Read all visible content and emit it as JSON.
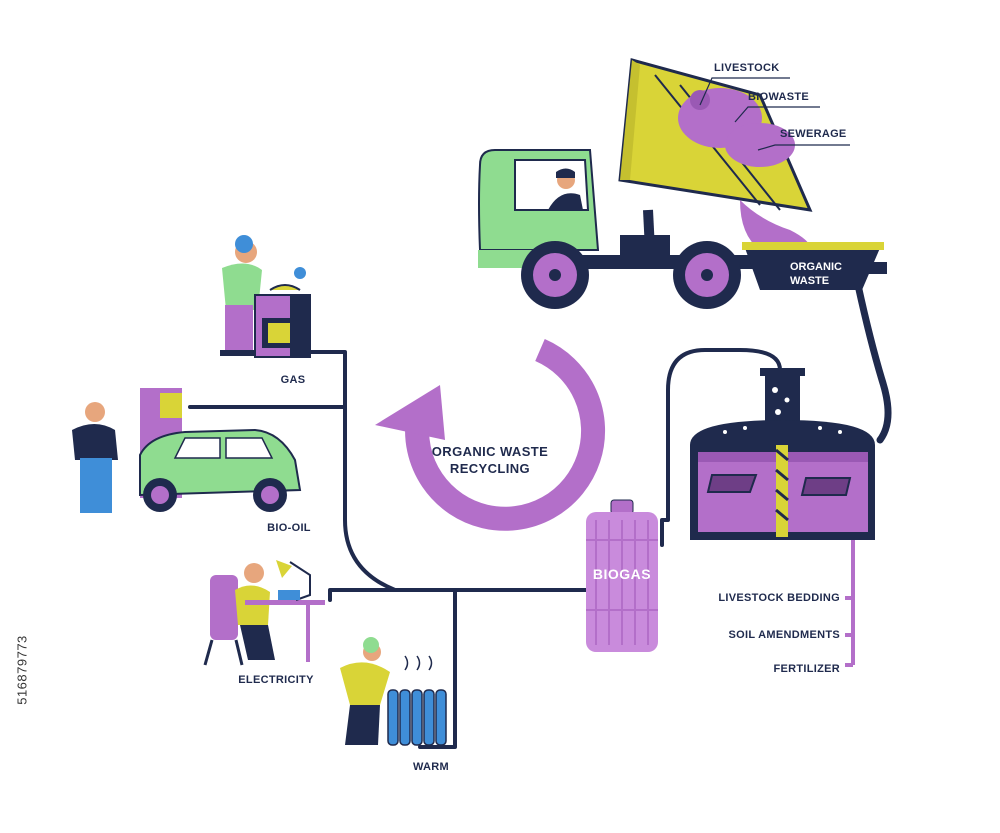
{
  "diagram": {
    "center_title": "ORGANIC WASTE RECYCLING",
    "tank_label": "BIOGAS",
    "hopper_label": "ORGANIC WASTE",
    "waste_inputs": [
      "LIVESTOCK",
      "BIOWASTE",
      "SEWERAGE"
    ],
    "digestate_outputs": [
      "LIVESTOCK BEDDING",
      "SOIL AMENDMENTS",
      "FERTILIZER"
    ],
    "energy_uses": {
      "gas": "GAS",
      "bio_oil": "BIO-OIL",
      "electricity": "ELECTRICITY",
      "warm": "WARM"
    },
    "stock_id": "516879773"
  },
  "colors": {
    "navy": "#1f2a4d",
    "purple": "#b36fc9",
    "purple_dark": "#6e3e86",
    "yellow": "#d9d437",
    "green": "#8fdc90",
    "blue": "#3f8ed8"
  }
}
